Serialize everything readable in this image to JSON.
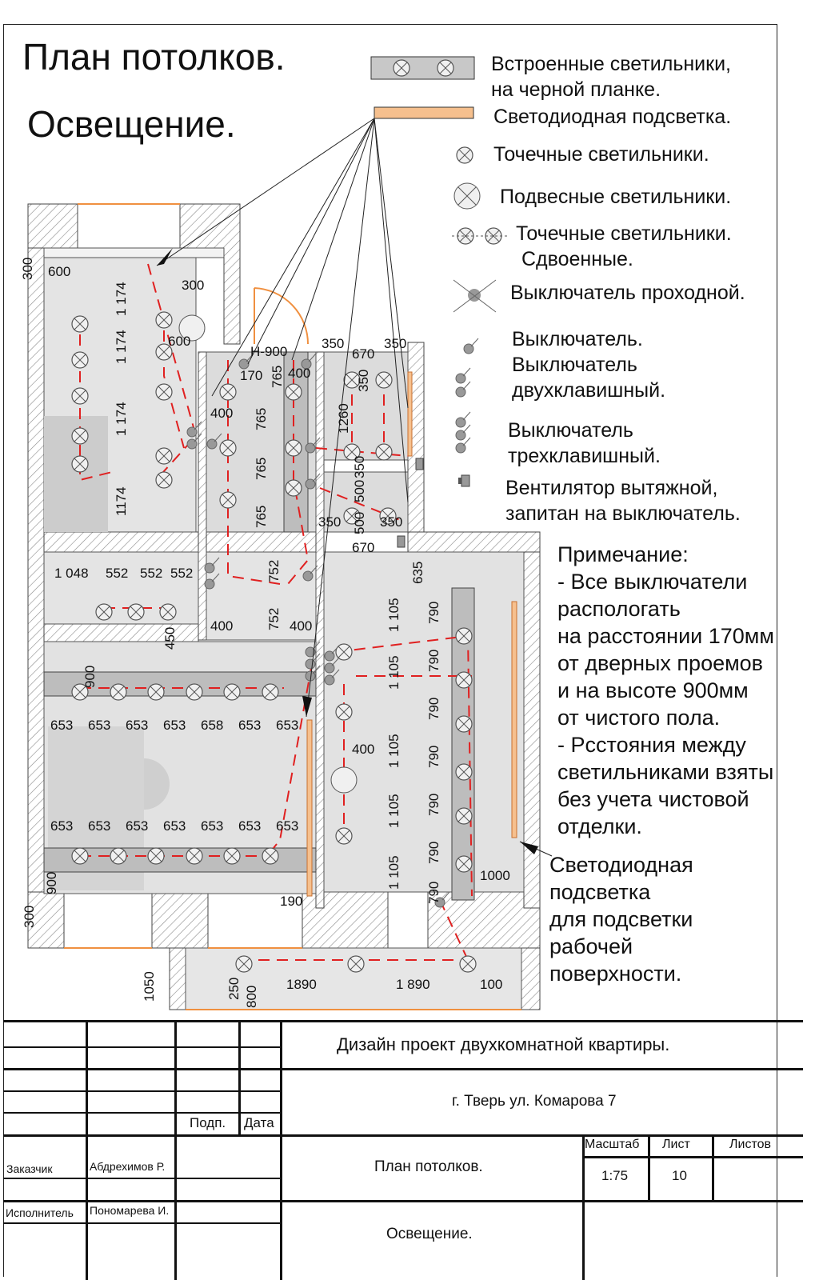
{
  "title": {
    "line1": "План потолков.",
    "line2": "Освещение."
  },
  "legend": {
    "recessed": "Встроенные светильники,\nна черной планке.",
    "led_strip": "Светодиодная подсветка.",
    "spot": "Точечные светильники.",
    "pendant": "Подвесные светильники.",
    "double_spot": "Точечные светильники.\n Сдвоенные.",
    "passthrough_switch": "Выключатель проходной.",
    "switches": "Выключатель.\nВыключатель\nдвухклавишный.",
    "triple_switch": "Выключатель\nтрехклавишный.",
    "fan": "Вентилятор вытяжной,\nзапитан на выключатель."
  },
  "note": "Примечание:\n- Все выключатели\nраспологать\nна расстоянии 170мм\nот дверных проемов\nи на высоте 900мм\nот чистого пола.\n- Рсстояния между\nсветильниками взяты\nбез учета чистовой\nотделки.",
  "note_led": "Светодиодная\nподсветка\nдля подсветки\nрабочей\nповерхности.",
  "dimensions": {
    "d300a": "300",
    "d600a": "600",
    "d300b": "300",
    "d600b": "600",
    "d1174a": "1 174",
    "d1174b": "1 174",
    "d1174c": "1 174",
    "d1174d": "1174",
    "h900": "H-900",
    "d170": "170",
    "d400a": "400",
    "d400b": "400",
    "d765a": "765",
    "d765b": "765",
    "d765c": "765",
    "d765d": "765",
    "d350a": "350",
    "d350b": "350",
    "d670a": "670",
    "d350c": "350",
    "d1260": "1260",
    "d350d": "350",
    "d500a": "500",
    "d500b": "500",
    "d350e": "350",
    "d350f": "350",
    "d670b": "670",
    "d1048": "1 048",
    "d552a": "552",
    "d552b": "552",
    "d552c": "552",
    "d450": "450",
    "d752a": "752",
    "d752b": "752",
    "d400c": "400",
    "d400d": "400",
    "d635": "635",
    "d1105a": "1 105",
    "d1105b": "1 105",
    "d1105c": "1 105",
    "d1105d": "1 105",
    "d1105e": "1 105",
    "d790a": "790",
    "d790b": "790",
    "d790c": "790",
    "d790d": "790",
    "d790e": "790",
    "d790f": "790",
    "d790g": "790",
    "d900a": "900",
    "d653row1": [
      "653",
      "653",
      "653",
      "653",
      "658",
      "653",
      "653"
    ],
    "d653row2": [
      "653",
      "653",
      "653",
      "653",
      "653",
      "653",
      "653"
    ],
    "d400e": "400",
    "d900b": "900",
    "d190": "190",
    "d1000": "1000",
    "d300c": "300",
    "d1050": "1050",
    "d250": "250",
    "d800": "800",
    "d1890a": "1890",
    "d1890b": "1 890",
    "d100": "100"
  },
  "title_block": {
    "project": "Дизайн проект двухкомнатной квартиры.",
    "address": "г. Тверь ул. Комарова 7",
    "podp": "Подп.",
    "data": "Дата",
    "customer_label": "Заказчик",
    "customer": "Абдрехимов Р.",
    "performer_label": "Исполнитель",
    "performer": "Пономарева И.",
    "sheet_title1": "План потолков.",
    "sheet_title2": "Освещение.",
    "scale_label": "Масштаб",
    "scale": "1:75",
    "sheet_label": "Лист",
    "sheet": "10",
    "sheets_label": "Листов",
    "sheets": ""
  },
  "colors": {
    "wire": "#e02020",
    "led": "#f6c08e",
    "wall_hatch": "#8a8a8a",
    "floor": "#d9d9d9",
    "ceiling_panel": "#b8b8b8"
  }
}
